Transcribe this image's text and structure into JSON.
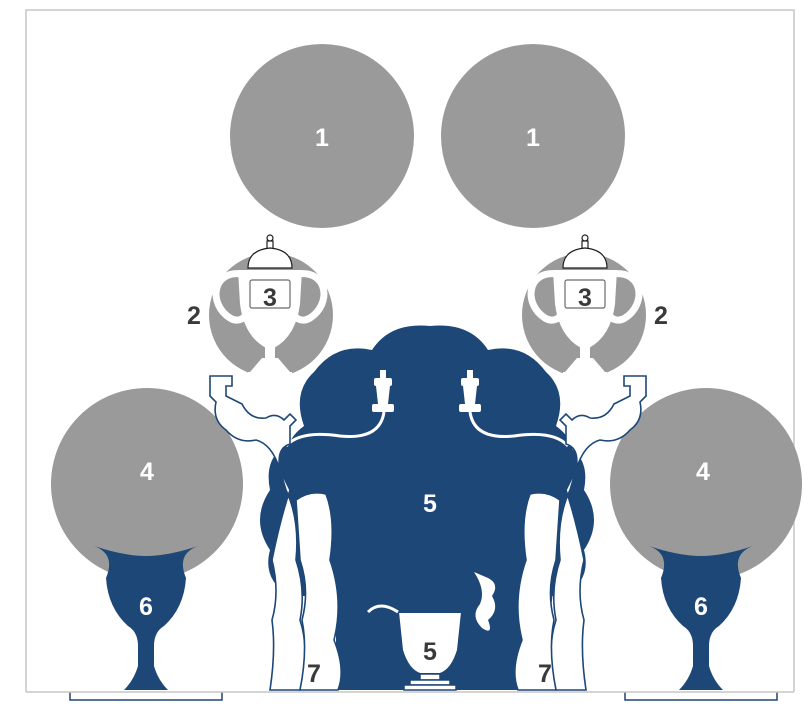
{
  "colors": {
    "grey": "#9b9a9a",
    "navy": "#1d4777",
    "white": "#ffffff",
    "label_dark": "#3a3a3a",
    "label_light": "#ffffff",
    "frame": "#c6c6c6"
  },
  "items": {
    "plate_left": {
      "label": "1",
      "kind": "round plate"
    },
    "plate_right": {
      "label": "1",
      "kind": "round plate"
    },
    "plaque_left": {
      "label": "2",
      "kind": "round plaque"
    },
    "plaque_right": {
      "label": "2",
      "kind": "round plaque"
    },
    "cup_left": {
      "label": "3",
      "kind": "two-handled covered cup"
    },
    "cup_right": {
      "label": "3",
      "kind": "two-handled covered cup"
    },
    "dish_left": {
      "label": "4",
      "kind": "round dish"
    },
    "dish_right": {
      "label": "4",
      "kind": "round dish"
    },
    "sconce": {
      "label": "5",
      "kind": "wall sconce"
    },
    "basin": {
      "label": "5",
      "kind": "basin"
    },
    "goblet_left": {
      "label": "6",
      "kind": "goblet"
    },
    "goblet_right": {
      "label": "6",
      "kind": "goblet"
    },
    "candlestick_left": {
      "label": "7",
      "kind": "candlestick"
    },
    "candlestick_right": {
      "label": "7",
      "kind": "candlestick"
    }
  }
}
